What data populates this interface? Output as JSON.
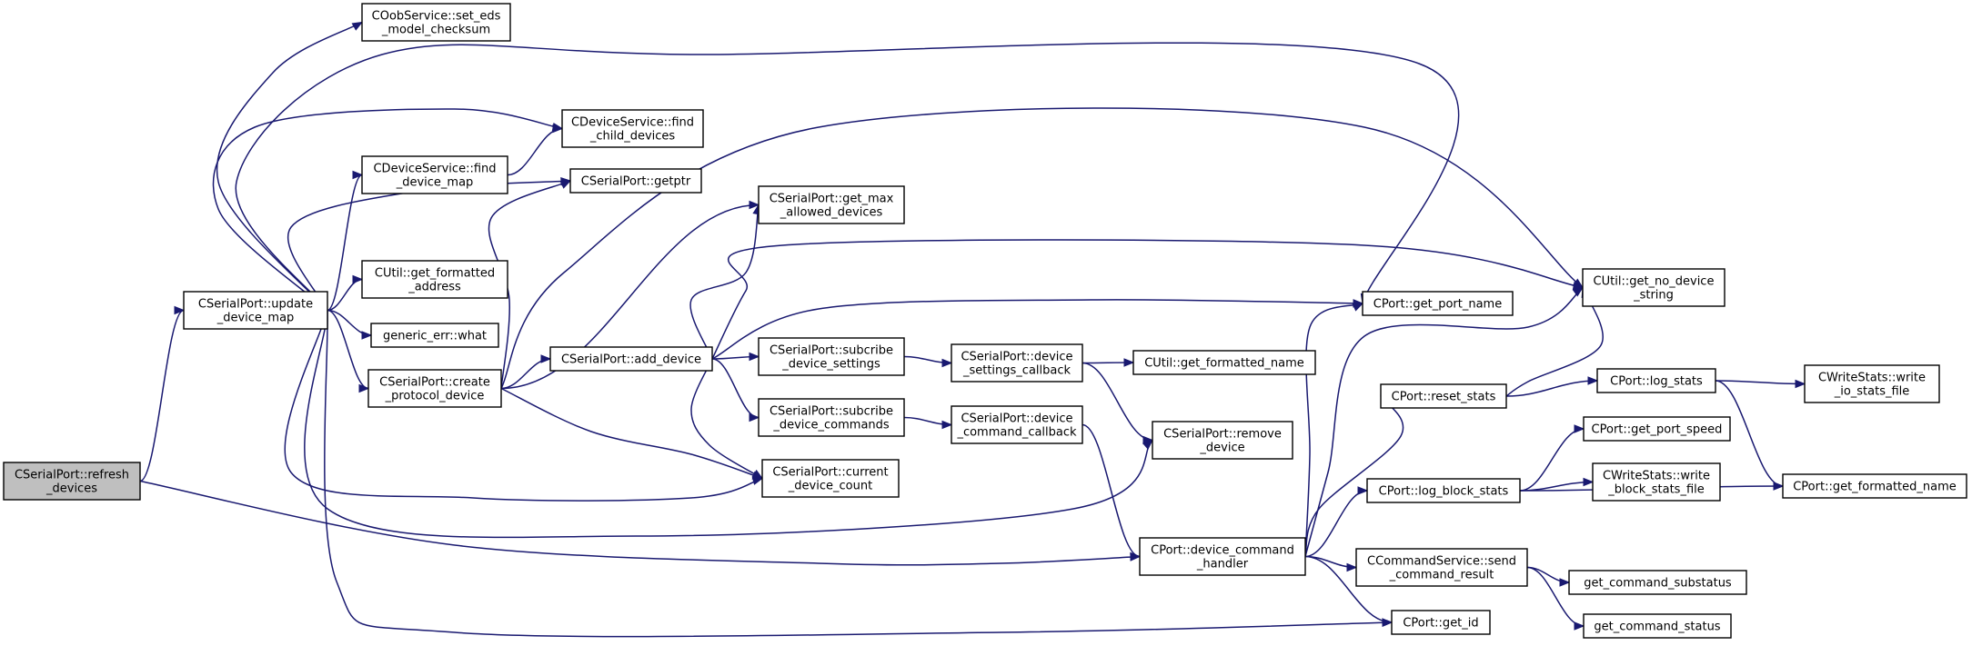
{
  "colors": {
    "edge": "#191970",
    "node_fill": "#ffffff",
    "highlight_fill": "#bfbfbf",
    "border": "#000000"
  },
  "nodes": [
    {
      "id": "refresh",
      "lines": [
        "CSerialPort::refresh",
        "_devices"
      ],
      "highlight": true
    },
    {
      "id": "update",
      "lines": [
        "CSerialPort::update",
        "_device_map"
      ]
    },
    {
      "id": "oob",
      "lines": [
        "COobService::set_eds",
        "_model_checksum"
      ]
    },
    {
      "id": "findchild",
      "lines": [
        "CDeviceService::find",
        "_child_devices"
      ]
    },
    {
      "id": "finddevmap",
      "lines": [
        "CDeviceService::find",
        "_device_map"
      ]
    },
    {
      "id": "getptr",
      "lines": [
        "CSerialPort::getptr"
      ]
    },
    {
      "id": "getfmtaddr",
      "lines": [
        "CUtil::get_formatted",
        "_address"
      ]
    },
    {
      "id": "generr",
      "lines": [
        "generic_err::what"
      ]
    },
    {
      "id": "createproto",
      "lines": [
        "CSerialPort::create",
        "_protocol_device"
      ]
    },
    {
      "id": "adddevice",
      "lines": [
        "CSerialPort::add_device"
      ]
    },
    {
      "id": "getmax",
      "lines": [
        "CSerialPort::get_max",
        "_allowed_devices"
      ]
    },
    {
      "id": "subsettings",
      "lines": [
        "CSerialPort::subcribe",
        "_device_settings"
      ]
    },
    {
      "id": "subcommands",
      "lines": [
        "CSerialPort::subcribe",
        "_device_commands"
      ]
    },
    {
      "id": "curcount",
      "lines": [
        "CSerialPort::current",
        "_device_count"
      ]
    },
    {
      "id": "setcb",
      "lines": [
        "CSerialPort::device",
        "_settings_callback"
      ]
    },
    {
      "id": "cmdcb",
      "lines": [
        "CSerialPort::device",
        "_command_callback"
      ]
    },
    {
      "id": "fmtname",
      "lines": [
        "CUtil::get_formatted_name"
      ]
    },
    {
      "id": "removedev",
      "lines": [
        "CSerialPort::remove",
        "_device"
      ]
    },
    {
      "id": "cmdhandler",
      "lines": [
        "CPort::device_command",
        "_handler"
      ]
    },
    {
      "id": "portname",
      "lines": [
        "CPort::get_port_name"
      ]
    },
    {
      "id": "nodevstr",
      "lines": [
        "CUtil::get_no_device",
        "_string"
      ]
    },
    {
      "id": "resetstats",
      "lines": [
        "CPort::reset_stats"
      ]
    },
    {
      "id": "logstats",
      "lines": [
        "CPort::log_stats"
      ]
    },
    {
      "id": "writeio",
      "lines": [
        "CWriteStats::write",
        "_io_stats_file"
      ]
    },
    {
      "id": "portspeed",
      "lines": [
        "CPort::get_port_speed"
      ]
    },
    {
      "id": "logblock",
      "lines": [
        "CPort::log_block_stats"
      ]
    },
    {
      "id": "writeblock",
      "lines": [
        "CWriteStats::write",
        "_block_stats_file"
      ]
    },
    {
      "id": "portfmtname",
      "lines": [
        "CPort::get_formatted_name"
      ]
    },
    {
      "id": "sendresult",
      "lines": [
        "CCommandService::send",
        "_command_result"
      ]
    },
    {
      "id": "substatus",
      "lines": [
        "get_command_substatus"
      ]
    },
    {
      "id": "cmdstatus",
      "lines": [
        "get_command_status"
      ]
    },
    {
      "id": "getid",
      "lines": [
        "CPort::get_id"
      ]
    }
  ],
  "edges": [
    [
      "refresh",
      "update"
    ],
    [
      "refresh",
      "cmdhandler"
    ],
    [
      "update",
      "oob"
    ],
    [
      "update",
      "portname"
    ],
    [
      "update",
      "findchild"
    ],
    [
      "update",
      "finddevmap"
    ],
    [
      "update",
      "getptr"
    ],
    [
      "update",
      "getfmtaddr"
    ],
    [
      "update",
      "generr"
    ],
    [
      "update",
      "createproto"
    ],
    [
      "update",
      "curcount"
    ],
    [
      "update",
      "removedev"
    ],
    [
      "update",
      "getid"
    ],
    [
      "finddevmap",
      "findchild"
    ],
    [
      "createproto",
      "getptr"
    ],
    [
      "createproto",
      "nodevstr"
    ],
    [
      "createproto",
      "getmax"
    ],
    [
      "createproto",
      "adddevice"
    ],
    [
      "createproto",
      "curcount"
    ],
    [
      "adddevice",
      "getmax"
    ],
    [
      "adddevice",
      "nodevstr"
    ],
    [
      "adddevice",
      "portname"
    ],
    [
      "adddevice",
      "subsettings"
    ],
    [
      "adddevice",
      "subcommands"
    ],
    [
      "adddevice",
      "curcount"
    ],
    [
      "subsettings",
      "setcb"
    ],
    [
      "subcommands",
      "cmdcb"
    ],
    [
      "setcb",
      "fmtname"
    ],
    [
      "setcb",
      "removedev"
    ],
    [
      "cmdcb",
      "cmdhandler"
    ],
    [
      "cmdhandler",
      "portname"
    ],
    [
      "cmdhandler",
      "nodevstr"
    ],
    [
      "cmdhandler",
      "resetstats"
    ],
    [
      "cmdhandler",
      "logblock"
    ],
    [
      "cmdhandler",
      "sendresult"
    ],
    [
      "cmdhandler",
      "getid"
    ],
    [
      "resetstats",
      "nodevstr"
    ],
    [
      "resetstats",
      "logstats"
    ],
    [
      "logstats",
      "writeio"
    ],
    [
      "logstats",
      "portfmtname"
    ],
    [
      "logblock",
      "portspeed"
    ],
    [
      "logblock",
      "writeblock"
    ],
    [
      "logblock",
      "portfmtname"
    ],
    [
      "sendresult",
      "substatus"
    ],
    [
      "sendresult",
      "cmdstatus"
    ]
  ]
}
